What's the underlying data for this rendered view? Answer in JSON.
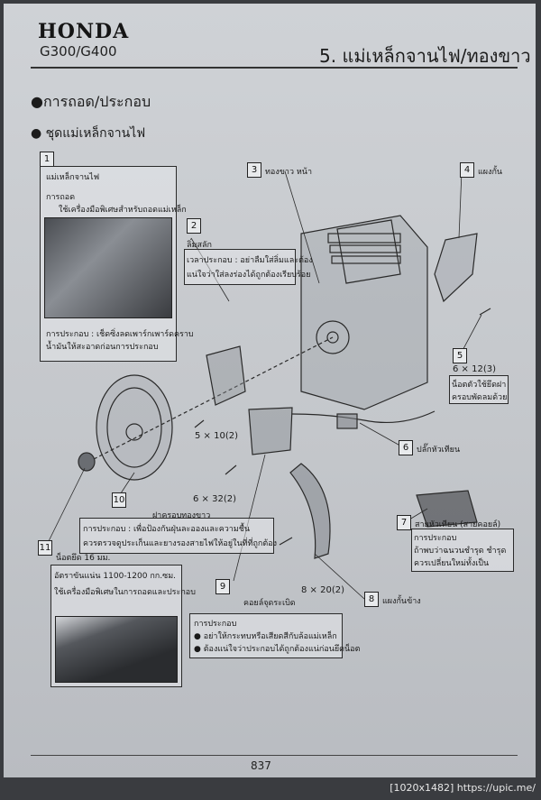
{
  "header": {
    "brand": "HONDA",
    "model": "G300/G400",
    "section_title": "5. แม่เหล็กจานไฟ/ทองขาว"
  },
  "subtitles": {
    "main": "●การถอด/ประกอบ",
    "sub": "● ชุดแม่เหล็กจานไฟ"
  },
  "callouts": {
    "c1": {
      "num": "1",
      "line1": "แม่เหล็กจานไฟ",
      "line2": "การถอด",
      "line3": "ใช้เครื่องมือพิเศษสำหรับถอดแม่เหล็ก",
      "line4": "การประกอบ : เช็ดซิ่งลดเพาร์กเพาร์ดคราบ",
      "line5": "น้ำมันให้สะอาดก่อนการประกอบ"
    },
    "c2": {
      "num": "2",
      "line1": "ลิ่มสลัก",
      "line2": "เวลาประกอบ : อย่าลืมใส่ลิ่มและต้อง",
      "line3": "แน่ใจว่าใส่ลงร่องได้ถูกต้องเรียบร้อย"
    },
    "c3": {
      "num": "3",
      "label": "ทองขาว หน้า"
    },
    "c4": {
      "num": "4",
      "label": "แผงกั้น"
    },
    "c5": {
      "num": "5",
      "line1": "6 × 12(3)",
      "line2": "น็อตตัวใช้ยึดฝา",
      "line3": "ครอบพัดลมด้วย"
    },
    "c6": {
      "num": "6",
      "label": "ปลั๊กหัวเทียน"
    },
    "c7": {
      "num": "7",
      "line1": "สายหัวเทียน (สายคอยล์)",
      "line2": "การประกอบ",
      "line3": "ถ้าพบว่าฉนวนชำรุด ชำรุด",
      "line4": "ควรเปลี่ยนใหม่ทั้งเป็น"
    },
    "c8": {
      "num": "8",
      "label": "แผงกั้นข้าง"
    },
    "c9": {
      "num": "9",
      "label": "คอยล์จุดระเบิด"
    },
    "c10": {
      "num": "10",
      "line1": "ฝาครอบทองขาว",
      "line2": "การประกอบ : เพื่อป้องกันฝุ่นละอองและความชื้น",
      "line3": "ควรตรวจดูประเก็นและยางรองสายไฟให้อยู่ในที่ที่ถูกต้อง"
    },
    "c11": {
      "num": "11",
      "label": "น็อตยึด 16 มม.",
      "line1": "อัตราขันแน่น 1100-1200 กก.ซม.",
      "line2": "ใช้เครื่องมือพิเศษในการถอดและประกอบ"
    },
    "bolt1": "5 × 10(2)",
    "bolt2": "6 × 32(2)",
    "bolt3": "8 × 20(2)",
    "note": {
      "line1": "การประกอบ",
      "line2": "● อย่าให้กระทบหรือเสียดสีกับล้อแม่เหล็ก",
      "line3": "● ต้องแน่ใจว่าประกอบได้ถูกต้องแน่ก่อนยึดน็อต"
    }
  },
  "page_number": "837",
  "footer": "[1020x1482] https://upic.me/"
}
